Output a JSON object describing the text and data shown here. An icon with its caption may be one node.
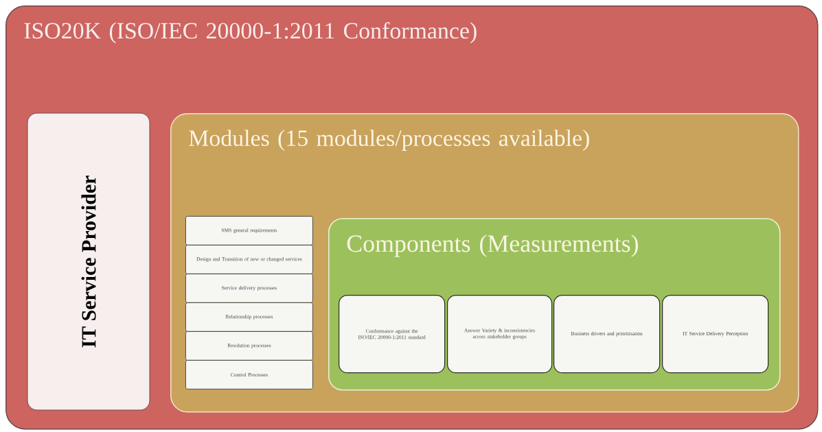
{
  "diagram": {
    "nodes": [
      {
        "text": [
          "ISO20K (ISO/IEC 20000-1:2011 Conformance)"
        ]
      },
      {
        "text": [
          "IT Service Provider"
        ],
        "in": 0
      },
      {
        "text": [
          "Modules (15 modules/processes available)"
        ],
        "in": 0
      },
      {
        "text": [
          "SMS general requirements"
        ],
        "in": 2
      },
      {
        "text": [
          "Design and Transition of new or changed services"
        ],
        "in": 2
      },
      {
        "text": [
          "Service delivery processes"
        ],
        "in": 2
      },
      {
        "text": [
          "Relationship processes"
        ],
        "in": 2
      },
      {
        "text": [
          "Resolution processes"
        ],
        "in": 2
      },
      {
        "text": [
          "Control Processes"
        ],
        "in": 2
      },
      {
        "text": [
          "Components (Measurements)"
        ],
        "in": 2
      },
      {
        "text": [
          "Conformance against the ISO/IEC 20000-1:2011 standard"
        ],
        "in": 9
      },
      {
        "text": [
          "Answer Variety & inconsistencies across stakeholder groups"
        ],
        "in": 9
      },
      {
        "text": [
          "Business drivers and prioritisation"
        ],
        "in": 9
      },
      {
        "text": [
          "IT Service Delivery Perception"
        ],
        "in": 9
      }
    ]
  }
}
